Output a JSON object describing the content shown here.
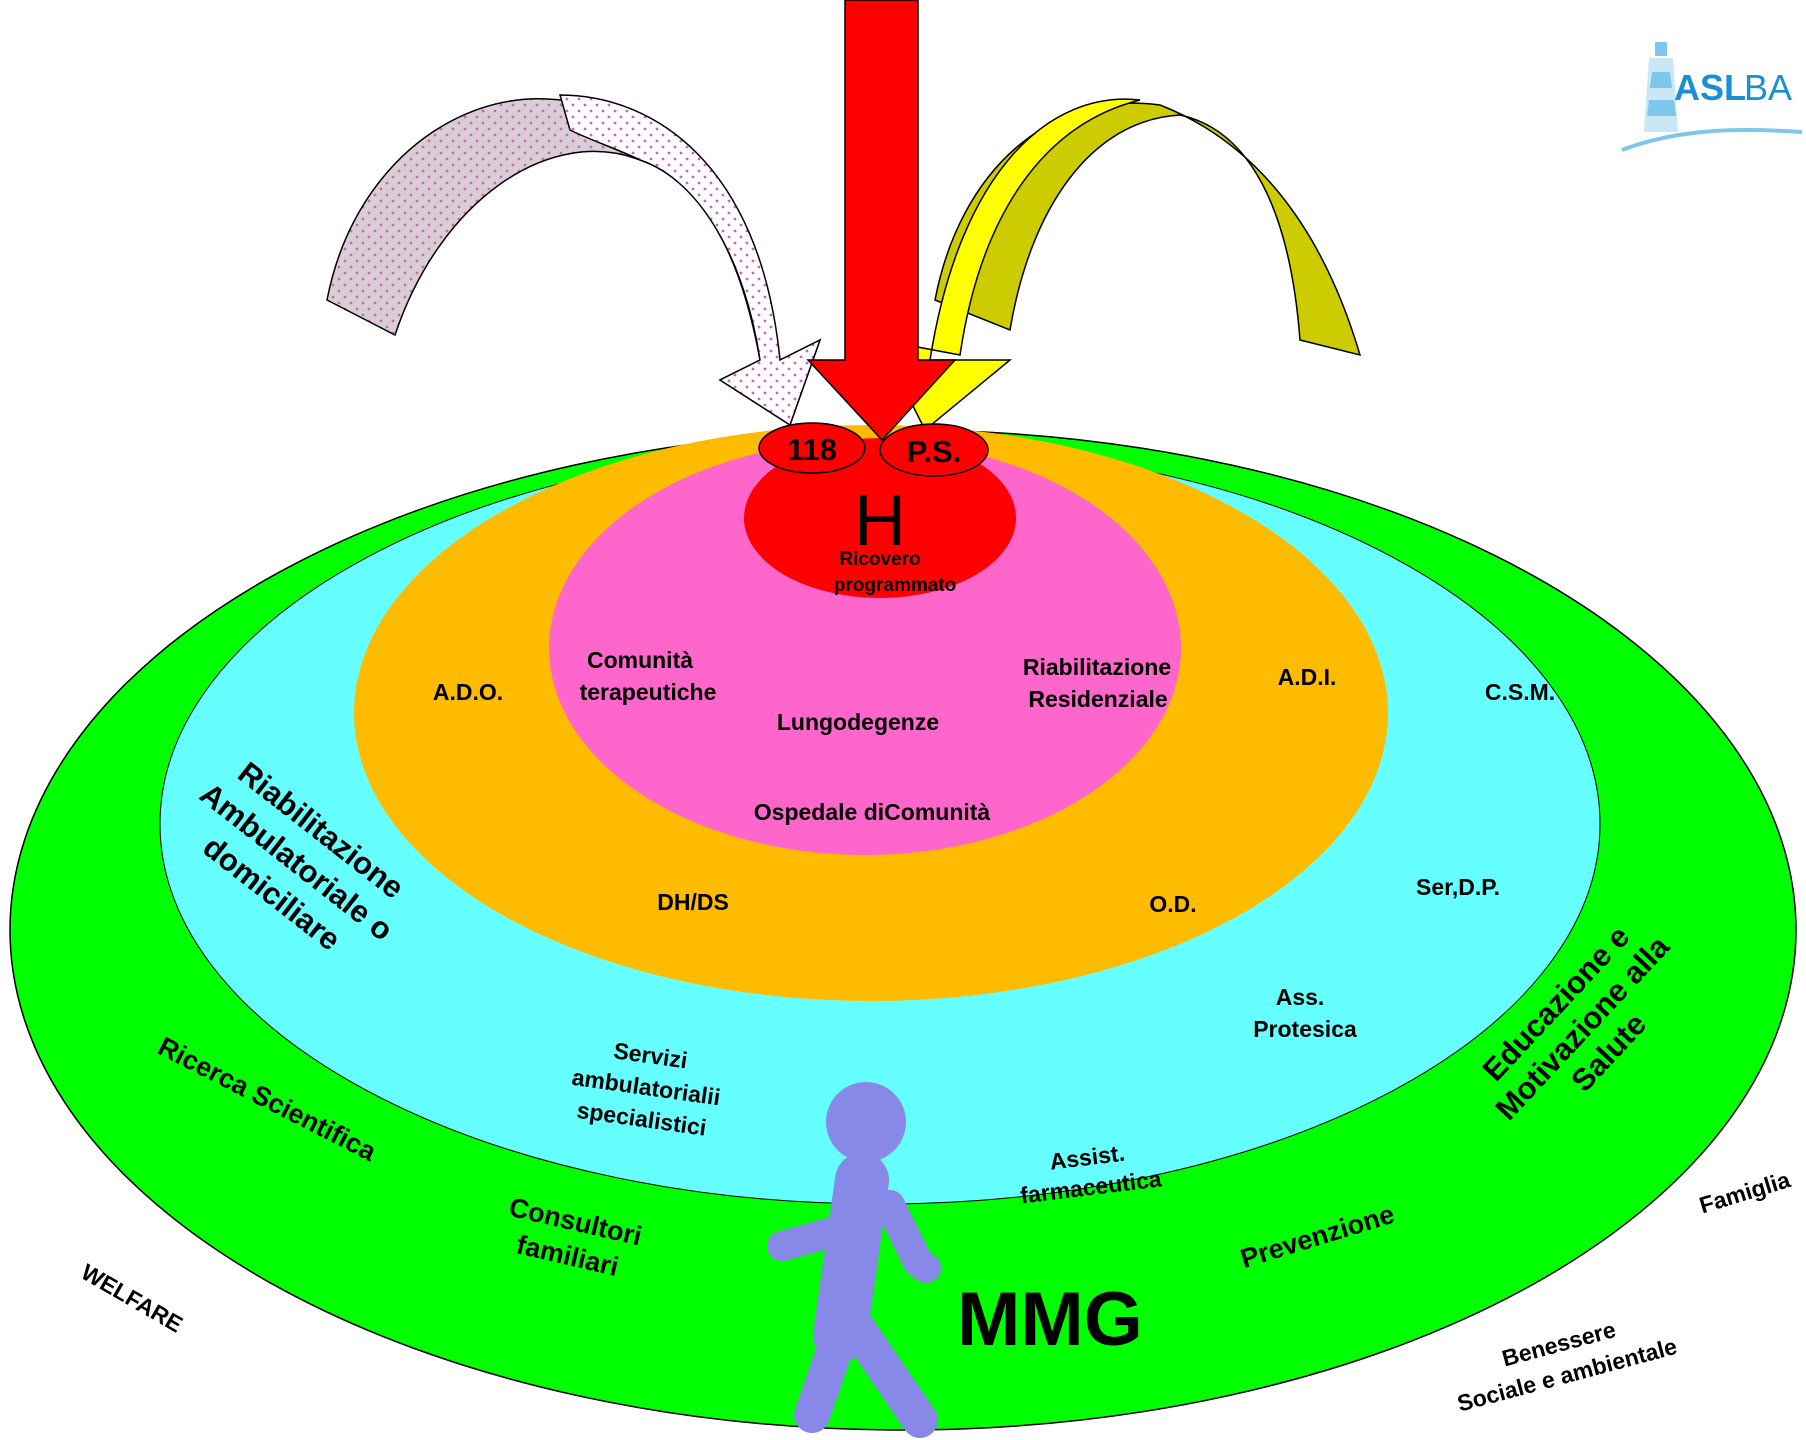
{
  "logo": {
    "text_asl": "ASL",
    "text_ba": "BA",
    "color": "#1a8fd6"
  },
  "colors": {
    "outer_ring": "#00ff00",
    "cyan_ring": "#66ffff",
    "orange_ring": "#ffbb00",
    "pink_core": "#ff66cc",
    "hospital": "#ff0000",
    "arrow_left_fill": "#d9c9d0",
    "arrow_right_fill": "#ffff00",
    "arrow_right_shade": "#cccc00",
    "person": "#8888e8"
  },
  "hospital": {
    "h_label": "H",
    "ricovero_line1": "Ricovero",
    "ricovero_line2": "programmato",
    "badge_118": "118",
    "badge_ps": "P.S."
  },
  "core": {
    "comunita_line1": "Comunità",
    "comunita_line2": "terapeutiche",
    "riabilitazione_line1": "Riabilitazione",
    "riabilitazione_line2": "Residenziale",
    "lungodegenze": "Lungodegenze",
    "ospedale": "Ospedale diComunità"
  },
  "orange_ring": {
    "ado": "A.D.O.",
    "adi": "A.D.I.",
    "dhds": "DH/DS",
    "od": "O.D."
  },
  "cyan_ring": {
    "csm": "C.S.M.",
    "serdp": "Ser,D.P.",
    "riab_line1": "Riabilitazione",
    "riab_line2": "Ambulatoriale o",
    "riab_line3": "domiciliare",
    "ass_line1": "Ass.",
    "ass_line2": "Protesica",
    "servizi_line1": "Servizi",
    "servizi_line2": "ambulatorialii",
    "servizi_line3": "specialistici",
    "assist_line1": "Assist.",
    "assist_line2": "farmaceutica"
  },
  "outer_ring": {
    "ricerca": "Ricerca Scientifica",
    "consultori_line1": "Consultori",
    "consultori_line2": "familiari",
    "mmg": "MMG",
    "prevenzione": "Prevenzione",
    "educazione_line1": "Educazione e",
    "educazione_line2": "Motivazione alla",
    "educazione_line3": "Salute"
  },
  "outside": {
    "welfare": "WELFARE",
    "famiglia": "Famiglia",
    "benessere_line1": "Benessere",
    "benessere_line2": "Sociale e ambientale"
  }
}
